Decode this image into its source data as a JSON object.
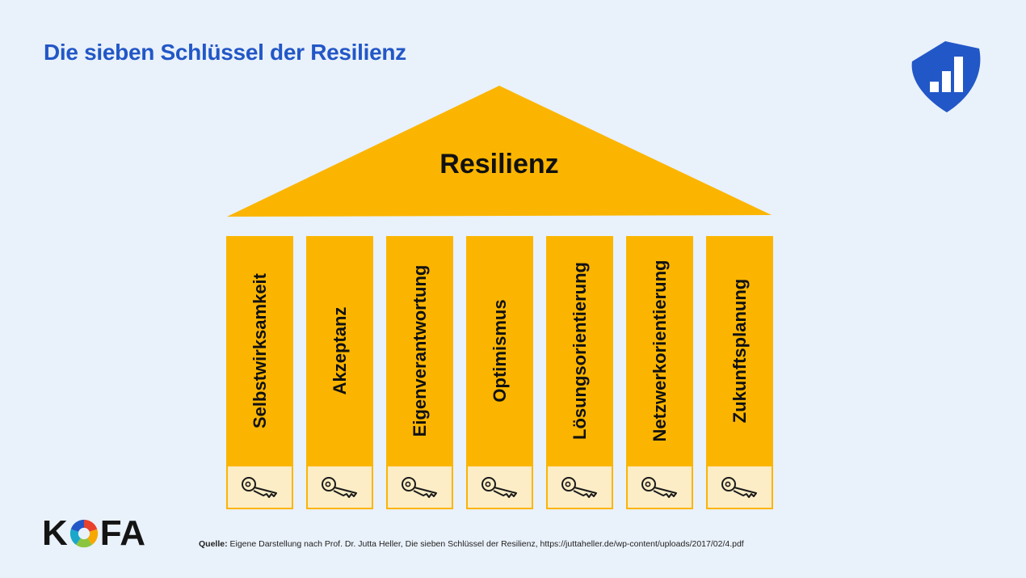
{
  "header": {
    "title": "Die sieben Schlüssel der Resilienz"
  },
  "roof": {
    "label": "Resilienz"
  },
  "pillars": [
    {
      "label": "Selbstwirksamkeit",
      "icon": "key-icon"
    },
    {
      "label": "Akzeptanz",
      "icon": "key-icon"
    },
    {
      "label": "Eigenverantwortung",
      "icon": "key-icon"
    },
    {
      "label": "Optimismus",
      "icon": "key-icon"
    },
    {
      "label": "Lösungsorientierung",
      "icon": "key-icon"
    },
    {
      "label": "Netzwerkorientierung",
      "icon": "key-icon"
    },
    {
      "label": "Zukunftsplanung",
      "icon": "key-icon"
    }
  ],
  "footer": {
    "logo_parts": [
      "K",
      "FA"
    ],
    "source_label": "Quelle:",
    "source_text": " Eigene Darstellung nach Prof. Dr. Jutta Heller, Die sieben Schlüssel der Resilienz, https://juttaheller.de/wp-content/uploads/2017/02/4.pdf"
  },
  "colors": {
    "background": "#e9f1fa",
    "title_blue": "#2257c7",
    "pillar_yellow": "#fbb500",
    "base_light": "#fdedc6",
    "text_dark": "#111111"
  },
  "icons": {
    "brand": "bar-chart-shield-icon",
    "logo_o": "aperture-icon"
  }
}
